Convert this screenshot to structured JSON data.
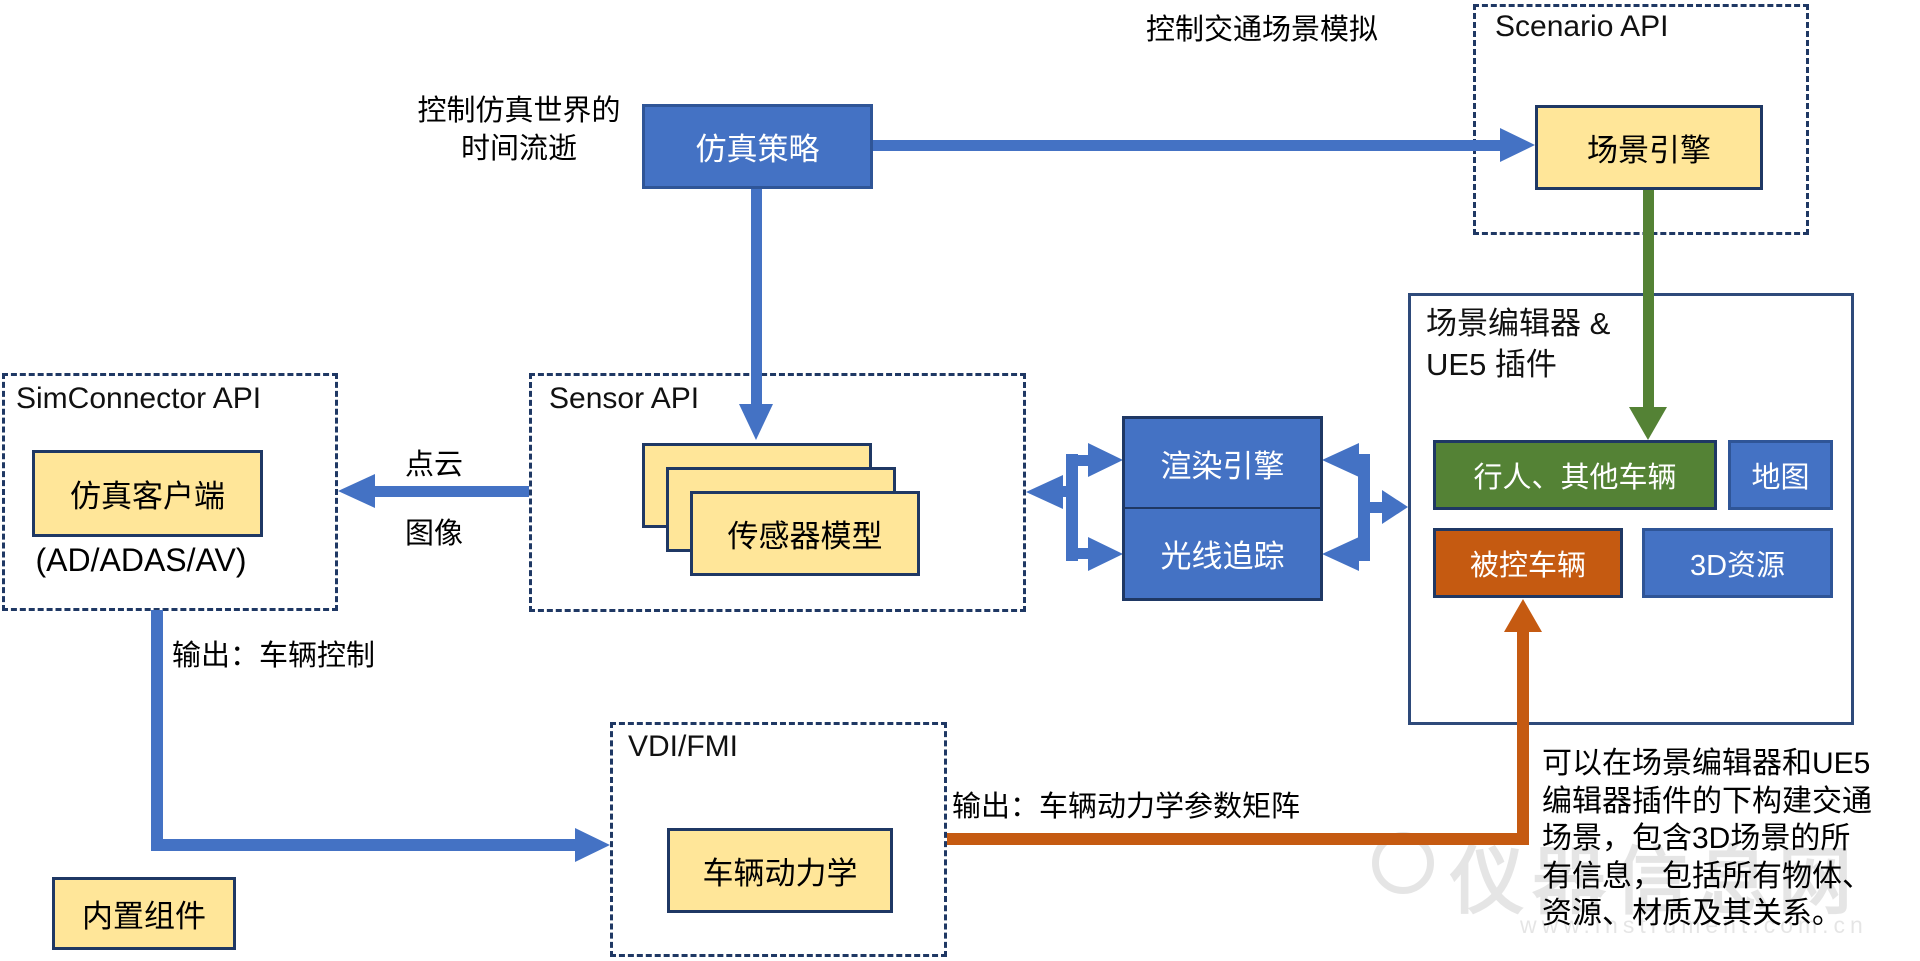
{
  "colors": {
    "blue": "#4472C4",
    "blue_border": "#2F5597",
    "yellow": "#FFE699",
    "navy_border": "#1F3864",
    "green": "#548235",
    "orange": "#C55A11",
    "container_border": "#2E4A7A"
  },
  "groups": {
    "scenario": {
      "title": "Scenario API"
    },
    "simconnector": {
      "title": "SimConnector API"
    },
    "sensor": {
      "title": "Sensor API"
    },
    "vdi": {
      "title": "VDI/FMI"
    },
    "scene_editor": {
      "title_line1": "场景编辑器 &",
      "title_line2": "UE5 插件"
    }
  },
  "nodes": {
    "sim_strategy": {
      "label": "仿真策略"
    },
    "scene_engine": {
      "label": "场景引擎"
    },
    "sim_client": {
      "label": "仿真客户端",
      "sublabel": "(AD/ADAS/AV)"
    },
    "sensor_model": {
      "label": "传感器模型"
    },
    "render_engine": {
      "label": "渲染引擎"
    },
    "ray_tracing": {
      "label": "光线追踪"
    },
    "pedestrians_other_vehicles": {
      "label": "行人、其他车辆"
    },
    "map": {
      "label": "地图"
    },
    "controlled_vehicle": {
      "label": "被控车辆"
    },
    "assets_3d": {
      "label": "3D资源"
    },
    "vehicle_dynamics": {
      "label": "车辆动力学"
    },
    "builtin_components": {
      "label": "内置组件"
    }
  },
  "annotations": {
    "control_traffic_sim": "控制交通场景模拟",
    "control_world_line1": "控制仿真世界的",
    "control_world_line2": "时间流逝",
    "point_cloud": "点云",
    "image": "图像",
    "output_vehicle_control": "输出：车辆控制",
    "output_dynamics_matrix": "输出：车辆动力学参数矩阵",
    "note_lines": [
      "可以在场景编辑器和UE5",
      "编辑器插件的下构建交通",
      "场景，包含3D场景的所",
      "有信息，包括所有物体、",
      "资源、材质及其关系。"
    ]
  },
  "watermark": {
    "text": "仪器信息网",
    "subtext": "www.instrument.com.cn"
  }
}
